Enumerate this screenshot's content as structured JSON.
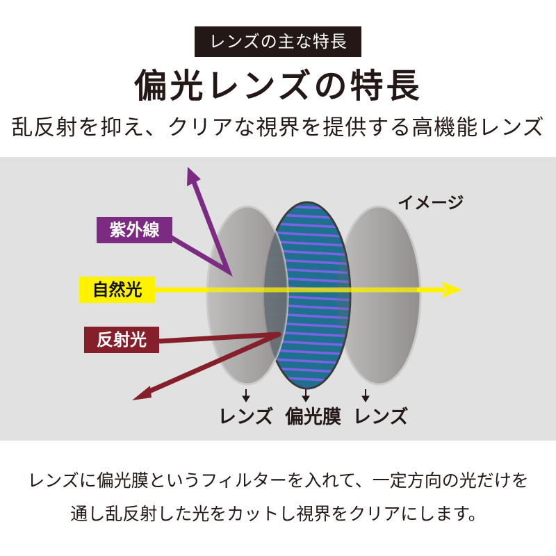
{
  "header": {
    "badge": "レンズの主な特長",
    "title": "偏光レンズの特長",
    "subtitle": "乱反射を抑え、クリアな視界を提供する高機能レンズ"
  },
  "diagram": {
    "image_note": "イメージ",
    "labels": {
      "uv": "紫外線",
      "natural_light": "自然光",
      "reflected_light": "反射光"
    },
    "captions": [
      "レンズ",
      "偏光膜",
      "レンズ"
    ],
    "colors": {
      "background": "#e1e1e1",
      "uv": "#7b2b82",
      "natural_light": "#fff200",
      "reflected_light": "#85202a",
      "polarizing_film": "#1f6f8f",
      "film_stripes": "#7a64e6",
      "lens_gray": "#a9a7a6"
    }
  },
  "description": {
    "line1": "レンズに偏光膜というフィルターを入れて、一定方向の光だけを",
    "line2": "通し乱反射した光をカットし視界をクリアにします。"
  }
}
